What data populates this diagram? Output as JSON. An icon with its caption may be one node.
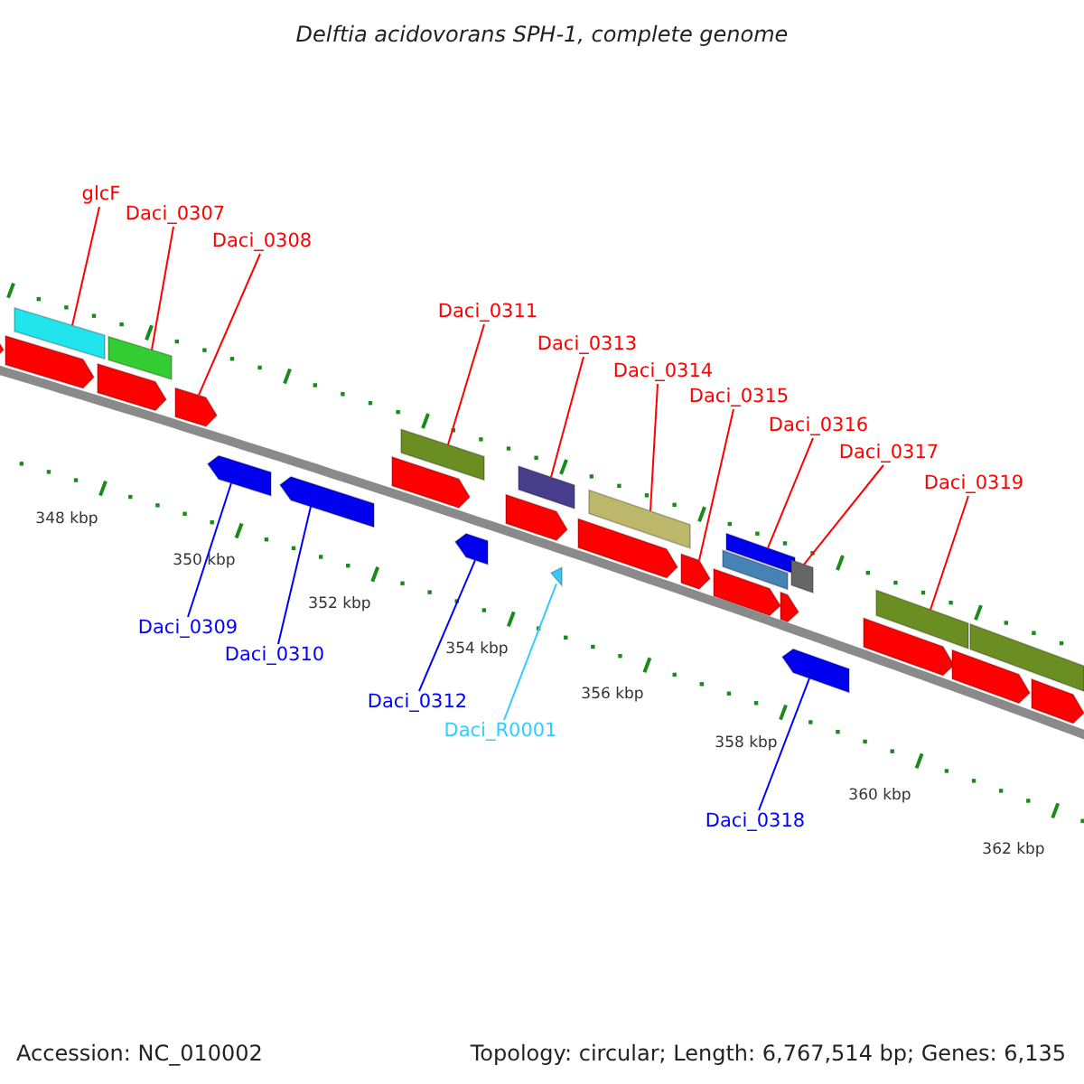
{
  "diagram": {
    "title": "Delftia acidovorans SPH-1, complete genome",
    "nodes": [
      {
        "text": [
          "glcF"
        ]
      },
      {
        "text": [
          "Daci_0307"
        ]
      },
      {
        "text": [
          "Daci_0308"
        ]
      },
      {
        "text": [
          "Daci_0311"
        ]
      },
      {
        "text": [
          "Daci_0313"
        ]
      },
      {
        "text": [
          "Daci_0314"
        ]
      },
      {
        "text": [
          "Daci_0315"
        ]
      },
      {
        "text": [
          "Daci_0316"
        ]
      },
      {
        "text": [
          "Daci_0317"
        ]
      },
      {
        "text": [
          "Daci_0319"
        ]
      },
      {
        "text": [
          "Daci_0309"
        ]
      },
      {
        "text": [
          "Daci_0310"
        ]
      },
      {
        "text": [
          "Daci_0312"
        ]
      },
      {
        "text": [
          "Daci_R0001"
        ]
      },
      {
        "text": [
          "Daci_0318"
        ]
      },
      {
        "text": [],
        "shape": "arrow"
      },
      {
        "text": [],
        "shape": "arrow"
      },
      {
        "text": [],
        "shape": "box"
      },
      {
        "text": [],
        "shape": "arrow"
      },
      {
        "text": [],
        "shape": "box"
      },
      {
        "text": [],
        "shape": "arrow"
      },
      {
        "text": [],
        "shape": "arrow"
      },
      {
        "text": [],
        "shape": "arrow"
      },
      {
        "text": [],
        "shape": "arrow"
      },
      {
        "text": [],
        "shape": "box"
      },
      {
        "text": [],
        "shape": "arrow"
      },
      {
        "text": [],
        "shape": "arrow"
      },
      {
        "text": [],
        "shape": "box"
      },
      {
        "text": [],
        "shape": "arrow"
      },
      {
        "text": [],
        "shape": "arrow"
      },
      {
        "text": [],
        "shape": "box"
      },
      {
        "text": [],
        "shape": "arrow"
      },
      {
        "text": [],
        "shape": "arrow"
      },
      {
        "text": [],
        "shape": "box"
      },
      {
        "text": [],
        "shape": "box"
      },
      {
        "text": [],
        "shape": "arrow"
      },
      {
        "text": [],
        "shape": "arrow"
      },
      {
        "text": [],
        "shape": "box"
      },
      {
        "text": [],
        "shape": "arrow"
      },
      {
        "text": [],
        "shape": "box"
      },
      {
        "text": [],
        "shape": "arrow"
      },
      {
        "text": [],
        "shape": "box"
      },
      {
        "text": [],
        "shape": "arrow"
      }
    ],
    "edges": [
      {
        "from": 0,
        "to": 17,
        "arrow": "none"
      },
      {
        "from": 1,
        "to": 19,
        "arrow": "none"
      },
      {
        "from": 2,
        "to": 20,
        "arrow": "none"
      },
      {
        "from": 3,
        "to": 24,
        "arrow": "none"
      },
      {
        "from": 4,
        "to": 27,
        "arrow": "none"
      },
      {
        "from": 5,
        "to": 30,
        "arrow": "none"
      },
      {
        "from": 6,
        "to": 31,
        "arrow": "none"
      },
      {
        "from": 7,
        "to": 34,
        "arrow": "none"
      },
      {
        "from": 8,
        "to": 37,
        "arrow": "none"
      },
      {
        "from": 9,
        "to": 39,
        "arrow": "none"
      },
      {
        "from": 10,
        "to": 21,
        "arrow": "none",
        "color": "#0000ff"
      },
      {
        "from": 11,
        "to": 22,
        "arrow": "none",
        "color": "#0000ff"
      },
      {
        "from": 12,
        "to": 25,
        "arrow": "none",
        "color": "#0000ff"
      },
      {
        "from": 13,
        "to": 28,
        "arrow": "none",
        "color": "#33ccff"
      },
      {
        "from": 14,
        "to": 36,
        "arrow": "none",
        "color": "#0000ff"
      }
    ],
    "labels": [
      "348 kbp",
      "350 kbp",
      "352 kbp",
      "354 kbp",
      "356 kbp",
      "358 kbp",
      "360 kbp",
      "362 kbp",
      "Accession: NC_010002",
      "Topology: circular; Length: 6,767,514 bp; Genes: 6,135"
    ]
  }
}
